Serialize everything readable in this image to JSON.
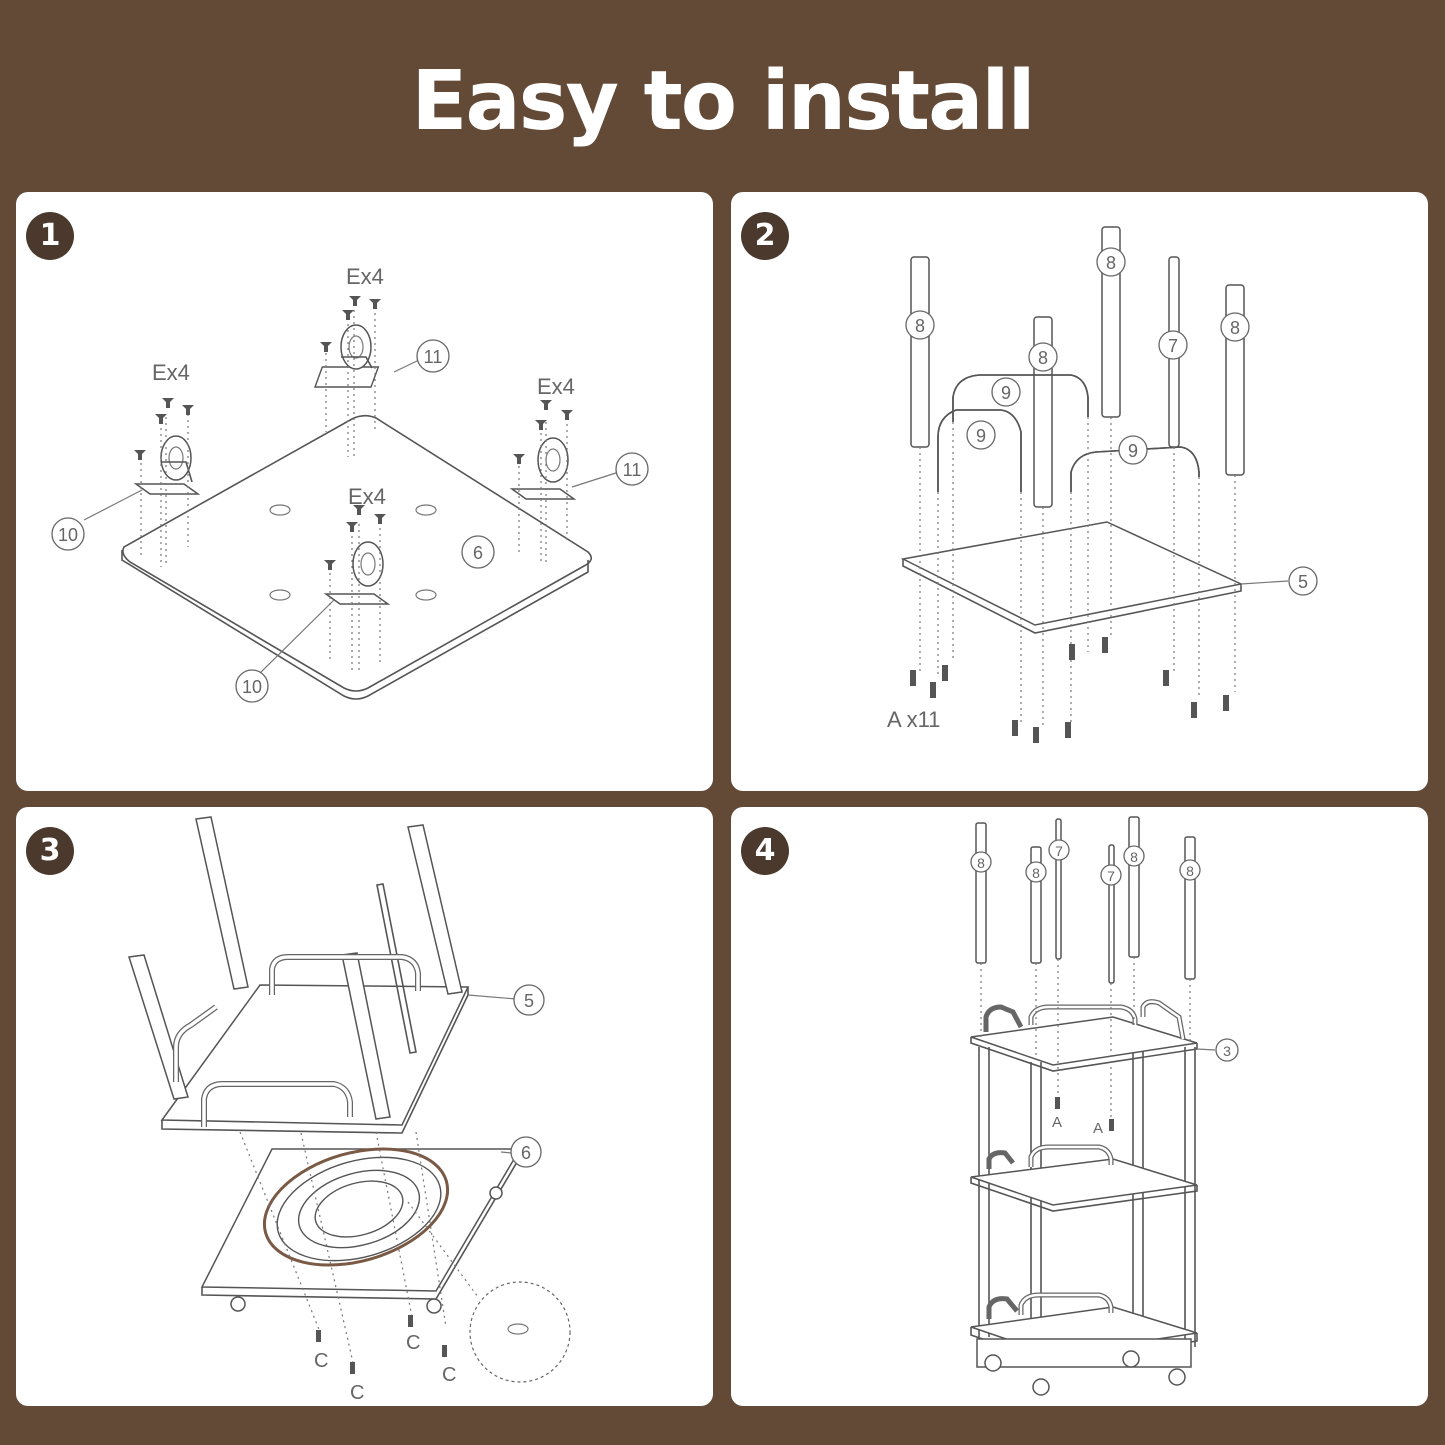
{
  "title": "Easy to install",
  "steps": [
    {
      "number": "1",
      "labels": {
        "e1": "Ex4",
        "e2": "Ex4",
        "e3": "Ex4",
        "e4": "Ex4",
        "p10a": "10",
        "p10b": "10",
        "p11a": "11",
        "p11b": "11",
        "p6": "6"
      }
    },
    {
      "number": "2",
      "labels": {
        "p8a": "8",
        "p8b": "8",
        "p8c": "8",
        "p8d": "8",
        "p7": "7",
        "p9a": "9",
        "p9b": "9",
        "p9c": "9",
        "p5": "5",
        "screws": "A x11"
      }
    },
    {
      "number": "3",
      "labels": {
        "p5": "5",
        "p6": "6",
        "c1": "C",
        "c2": "C",
        "c3": "C",
        "c4": "C"
      }
    },
    {
      "number": "4",
      "labels": {
        "p8a": "8",
        "p8b": "8",
        "p8c": "8",
        "p8d": "8",
        "p7a": "7",
        "p7b": "7",
        "p3": "3",
        "a1": "A",
        "a2": "A"
      }
    }
  ]
}
